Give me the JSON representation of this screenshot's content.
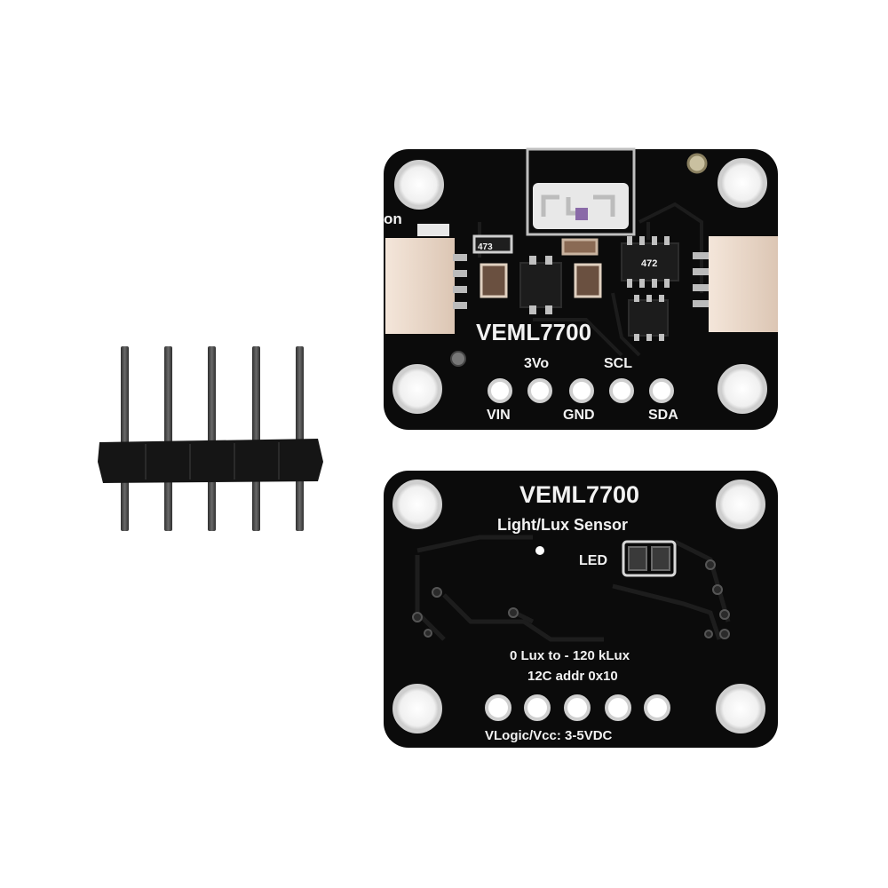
{
  "front_board": {
    "model": "VEML7700",
    "on_label": "on",
    "chip_code": "472",
    "resistor_code": "473",
    "pins_top": [
      "3Vo",
      "SCL"
    ],
    "pins_bottom": [
      "VIN",
      "GND",
      "SDA"
    ]
  },
  "back_board": {
    "model": "VEML7700",
    "subtitle": "Light/Lux Sensor",
    "led_label": "LED",
    "range": "0 Lux to - 120 kLux",
    "i2c_addr": "12C addr 0x10",
    "voltage": "VLogic/Vcc: 3-5VDC"
  },
  "colors": {
    "pcb": "#0b0b0b",
    "silkscreen": "#f2f2f2",
    "pad": "#d9d9d9",
    "connector": "#e9d7c8",
    "header_plastic": "#151515",
    "header_pin": "#4a4a4a"
  },
  "header": {
    "pin_count": 5
  }
}
